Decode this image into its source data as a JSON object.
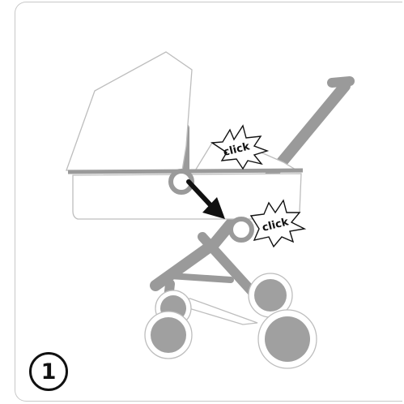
{
  "step": {
    "number": "1"
  },
  "callouts": [
    {
      "label": "click"
    },
    {
      "label": "click"
    }
  ],
  "colors": {
    "frame": "#9a9a9a",
    "wheel": "#a0a0a0",
    "outline": "#c8c8c8",
    "arrow": "#111111"
  }
}
